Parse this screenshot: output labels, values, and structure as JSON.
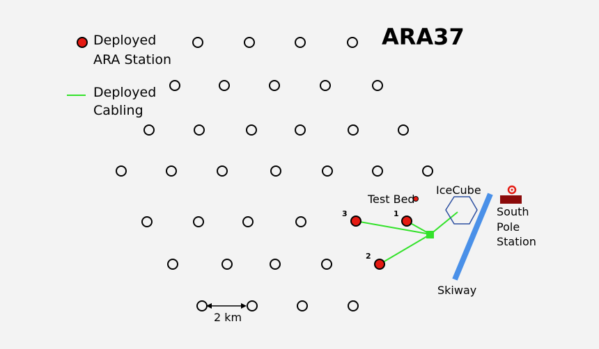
{
  "title": "ARA37",
  "legend": {
    "station_line1": "Deployed",
    "station_line2": "ARA Station",
    "cabling_line1": "Deployed",
    "cabling_line2": "Cabling"
  },
  "labels": {
    "test_bed": "Test Bed",
    "icecube": "IceCube",
    "south_pole_line1": "South",
    "south_pole_line2": "Pole",
    "south_pole_line3": "Station",
    "skiway": "Skiway",
    "scale": "2 km"
  },
  "stations": [
    {
      "id": "1",
      "label": "1"
    },
    {
      "id": "2",
      "label": "2"
    },
    {
      "id": "3",
      "label": "3"
    }
  ],
  "colors": {
    "background": "#f3f3f3",
    "station_fill": "#e51a12",
    "cable": "#33e22a",
    "skiway": "#4a90e8",
    "icecube": "#2c4fa0",
    "south_pole_building": "#8b0a0a",
    "south_pole_marker": "#e51a12"
  }
}
